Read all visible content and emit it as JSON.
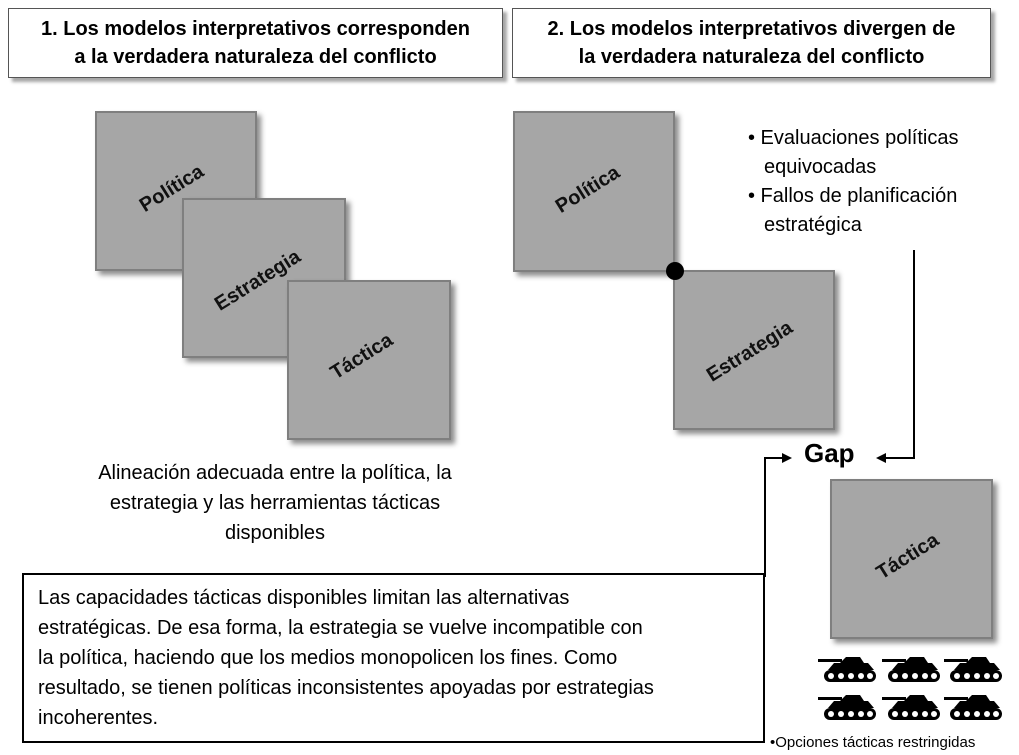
{
  "header_left": {
    "line1": "1. Los modelos interpretativos corresponden",
    "line2": "a la verdadera naturaleza del conflicto"
  },
  "header_right": {
    "line1": "2. Los modelos interpretativos divergen de",
    "line2": "la verdadera naturaleza del conflicto"
  },
  "left_squares": {
    "politica": "Política",
    "estrategia": "Estrategia",
    "tactica": "Táctica"
  },
  "right_squares": {
    "politica": "Política",
    "estrategia": "Estrategia",
    "tactica": "Táctica"
  },
  "left_caption": {
    "line1": "Alineación adecuada entre la política, la",
    "line2": "estrategia y las herramientas tácticas",
    "line3": "disponibles"
  },
  "bullets": {
    "item1_line1": "• Evaluaciones políticas",
    "item1_line2": "equivocadas",
    "item2_line1": "• Fallos de planificación",
    "item2_line2": "estratégica"
  },
  "gap_label": "Gap",
  "bottom_text": {
    "line1": "Las capacidades tácticas disponibles limitan las alternativas",
    "line2": "estratégicas. De esa forma, la estrategia se vuelve incompatible con",
    "line3": "la política, haciendo que los medios monopolicen los fines. Como",
    "line4": "resultado, se tienen políticas inconsistentes apoyadas por estrategias",
    "line5": "incoherentes."
  },
  "tanks_caption": "•Opciones tácticas restringidas",
  "colors": {
    "square_fill": "#a6a6a6",
    "square_border": "#7f7f7f",
    "tank": "#000000"
  }
}
